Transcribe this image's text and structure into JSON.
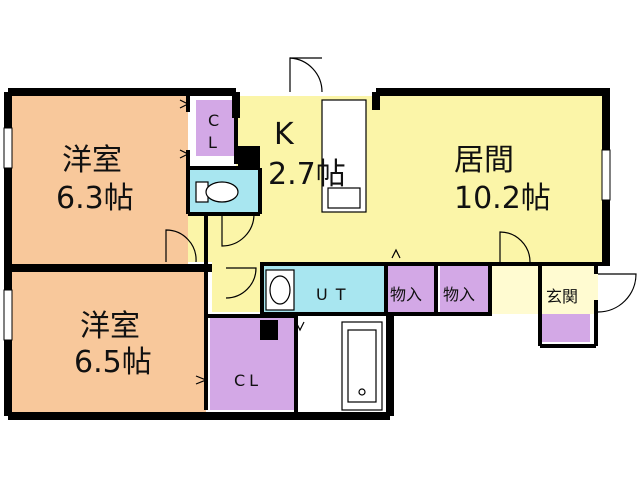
{
  "rooms": {
    "western1": {
      "name": "洋室",
      "size": "6.3帖"
    },
    "western2": {
      "name": "洋室",
      "size": "6.5帖"
    },
    "kitchen": {
      "name": "K",
      "size": "2.7帖"
    },
    "living": {
      "name": "居間",
      "size": "10.2帖"
    },
    "closet_top": {
      "line1": "C",
      "line2": "L"
    },
    "closet_bottom": {
      "name": "CL"
    },
    "unit_bath": {
      "name": "UT"
    },
    "storage1": {
      "name": "物入"
    },
    "storage2": {
      "name": "物入"
    },
    "entrance": {
      "name": "玄関"
    }
  },
  "colors": {
    "western_room": "#f8c89b",
    "living_kitchen": "#fbf5a8",
    "closet": "#d3a8e6",
    "water": "#a8e6f0",
    "entrance": "#fffbd1",
    "wall": "#000000"
  }
}
